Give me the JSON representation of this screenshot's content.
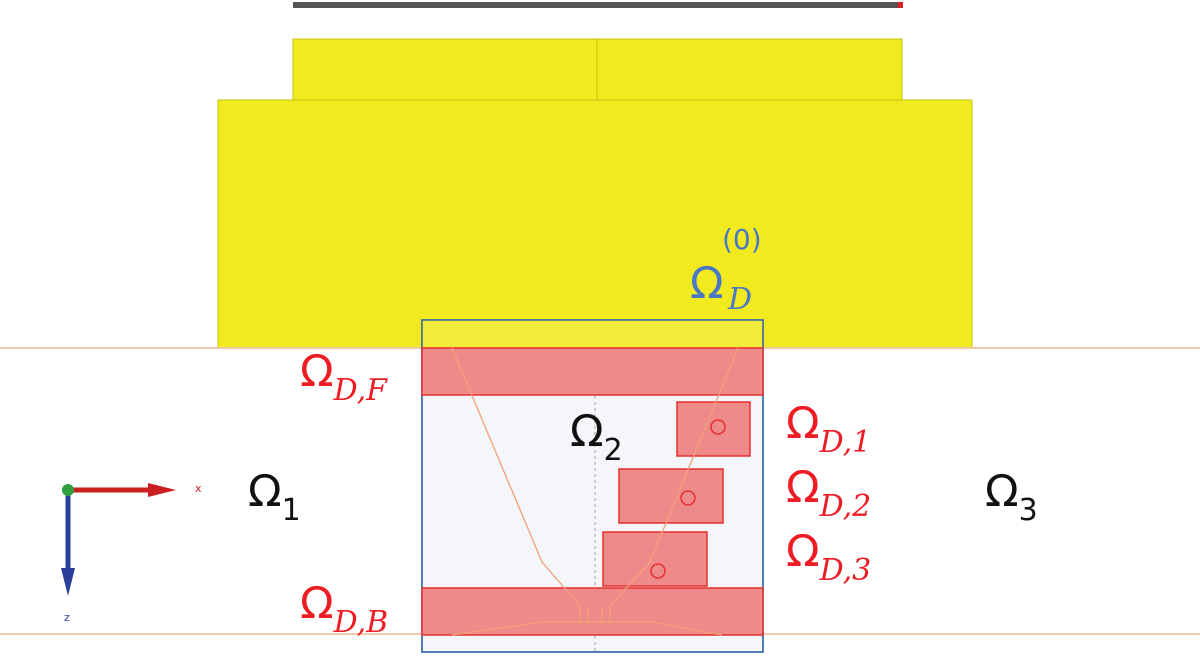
{
  "colors": {
    "yellow": "#f0ea1e",
    "red_label": "#ee1c24",
    "blue_label": "#4a78c4",
    "black_label": "#111111",
    "red_fill": "#ef8a8a",
    "red_stroke": "#e53030",
    "blue_box": "#3a6aa8",
    "boundary_line": "#f2c9a8",
    "x_axis": "#cc1f1f",
    "z_axis": "#2a3f9a",
    "origin": "#2f9e3f"
  },
  "labels": {
    "omega": "Ω",
    "omega1_sub": "1",
    "omega2_sub": "2",
    "omega3_sub": "3",
    "omegaD0_sub": "D",
    "omegaD0_sup": "(0)",
    "omegaDF_sub": "D,F",
    "omegaD1_sub": "D,1",
    "omegaD2_sub": "D,2",
    "omegaD3_sub": "D,3",
    "omegaDB_sub": "D,B"
  },
  "axes": {
    "x_label": "x",
    "z_label": "z"
  }
}
